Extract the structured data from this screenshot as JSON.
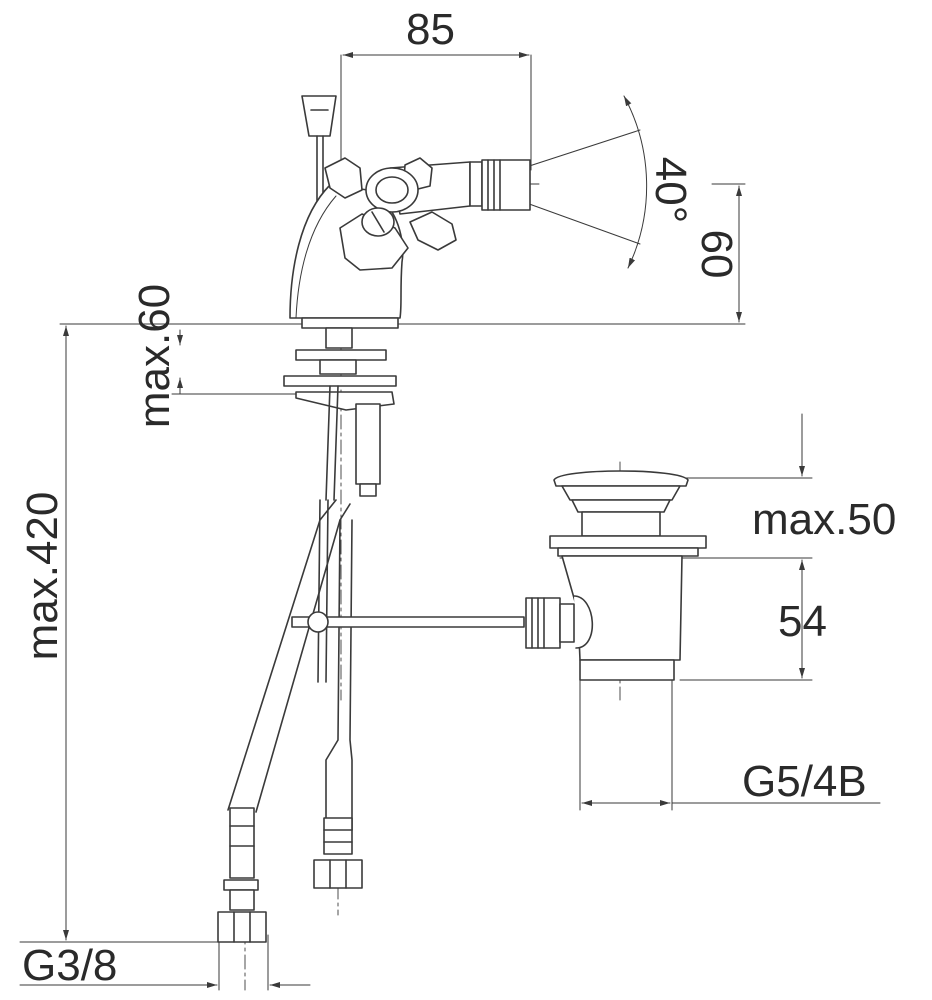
{
  "drawing": {
    "line_color": "#3a3a3a",
    "text_color": "#2a2a2a",
    "dimensions": {
      "spout_reach": "85",
      "swivel_angle": "40°",
      "spout_height": "60",
      "deck_thickness": "max.60",
      "overall_height": "max.420",
      "popup_lift": "max.50",
      "waste_height": "54",
      "waste_thread": "G5/4B",
      "inlet_thread": "G3/8"
    }
  }
}
